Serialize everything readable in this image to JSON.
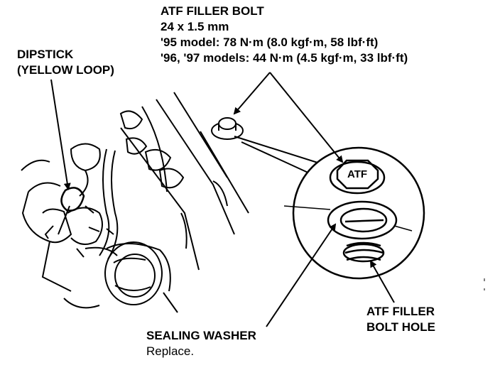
{
  "callouts": {
    "atf_filler_bolt": {
      "title": "ATF FILLER BOLT",
      "size": "24 x 1.5 mm",
      "spec_95": "'95 model: 78 N·m (8.0 kgf·m, 58 lbf·ft)",
      "spec_96_97": "'96, '97 models: 44 N·m (4.5 kgf·m, 33 lbf·ft)"
    },
    "dipstick": {
      "line1": "DIPSTICK",
      "line2": "(YELLOW LOOP)"
    },
    "sealing_washer": {
      "title": "SEALING WASHER",
      "note": "Replace."
    },
    "filler_bolt_hole": {
      "line1": "ATF FILLER",
      "line2": "BOLT HOLE"
    },
    "bolt_head_mark": "ATF"
  },
  "colors": {
    "ink": "#000000",
    "paper": "#ffffff"
  }
}
